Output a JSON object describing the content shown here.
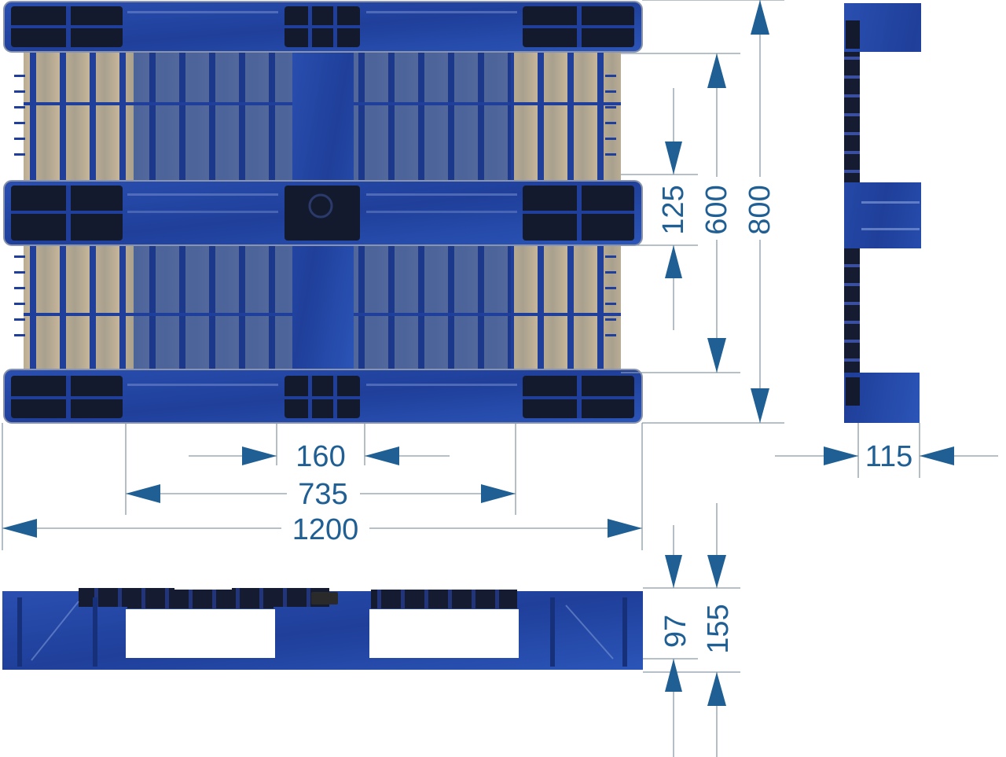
{
  "diagram": {
    "subject": "Plastic pallet dimension drawing",
    "views": [
      "top-view",
      "side-view-short",
      "side-view-long"
    ],
    "colors": {
      "pallet_blue": "#1f3f9a",
      "pallet_blue_light": "#3a63c4",
      "pallet_dark": "#141a2e",
      "floor_beige": "#c9b79c",
      "dimension_line": "#8a9aa6",
      "dimension_arrow": "#1f5f93",
      "dimension_text": "#1f5f93"
    }
  },
  "dimensions": {
    "length_overall": "1200",
    "runner_span": "735",
    "center_block_width": "160",
    "width_overall": "800",
    "runner_outer_span": "600",
    "center_runner_width": "125",
    "short_side_thickness": "115",
    "fork_opening_height": "97",
    "overall_height": "155"
  }
}
